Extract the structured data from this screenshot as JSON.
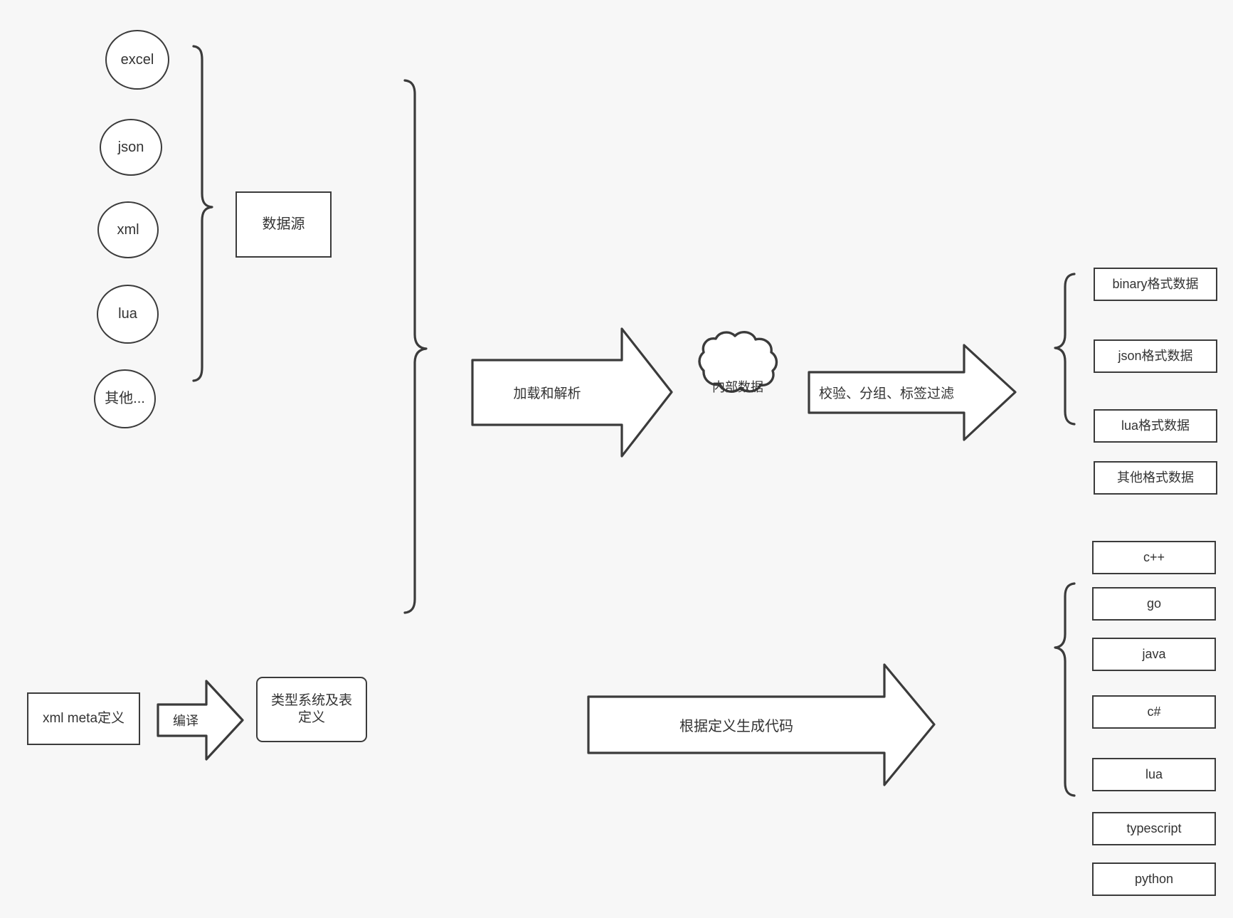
{
  "diagram": {
    "title": "data pipeline diagram",
    "background_color": "#f7f7f7",
    "stroke_color": "#3b3b3b",
    "text_color": "#333333",
    "fill_color": "#ffffff"
  },
  "data_sources": {
    "items": [
      {
        "label": "excel"
      },
      {
        "label": "json"
      },
      {
        "label": "xml"
      },
      {
        "label": "lua"
      },
      {
        "label": "其他..."
      }
    ],
    "group_label": "数据源"
  },
  "meta": {
    "source_box": "xml meta定义",
    "compile_arrow": "编译",
    "target_box": "类型系统及表定义"
  },
  "pipeline": {
    "load_arrow": "加载和解析",
    "internal_cloud": "内部数据",
    "filter_arrow": "校验、分组、标签过滤",
    "codegen_arrow": "根据定义生成代码"
  },
  "outputs": {
    "formats": [
      {
        "label": "binary格式数据"
      },
      {
        "label": "json格式数据"
      },
      {
        "label": "lua格式数据"
      },
      {
        "label": "其他格式数据"
      }
    ],
    "languages": [
      {
        "label": "c++"
      },
      {
        "label": "go"
      },
      {
        "label": "java"
      },
      {
        "label": "c#"
      },
      {
        "label": "lua"
      },
      {
        "label": "typescript"
      },
      {
        "label": "python"
      }
    ]
  },
  "icons": {
    "brace_left": "curly-brace-right-pointing-icon",
    "brace_right": "curly-brace-left-pointing-icon",
    "cloud": "cloud-icon",
    "arrow": "block-arrow-right-icon"
  }
}
